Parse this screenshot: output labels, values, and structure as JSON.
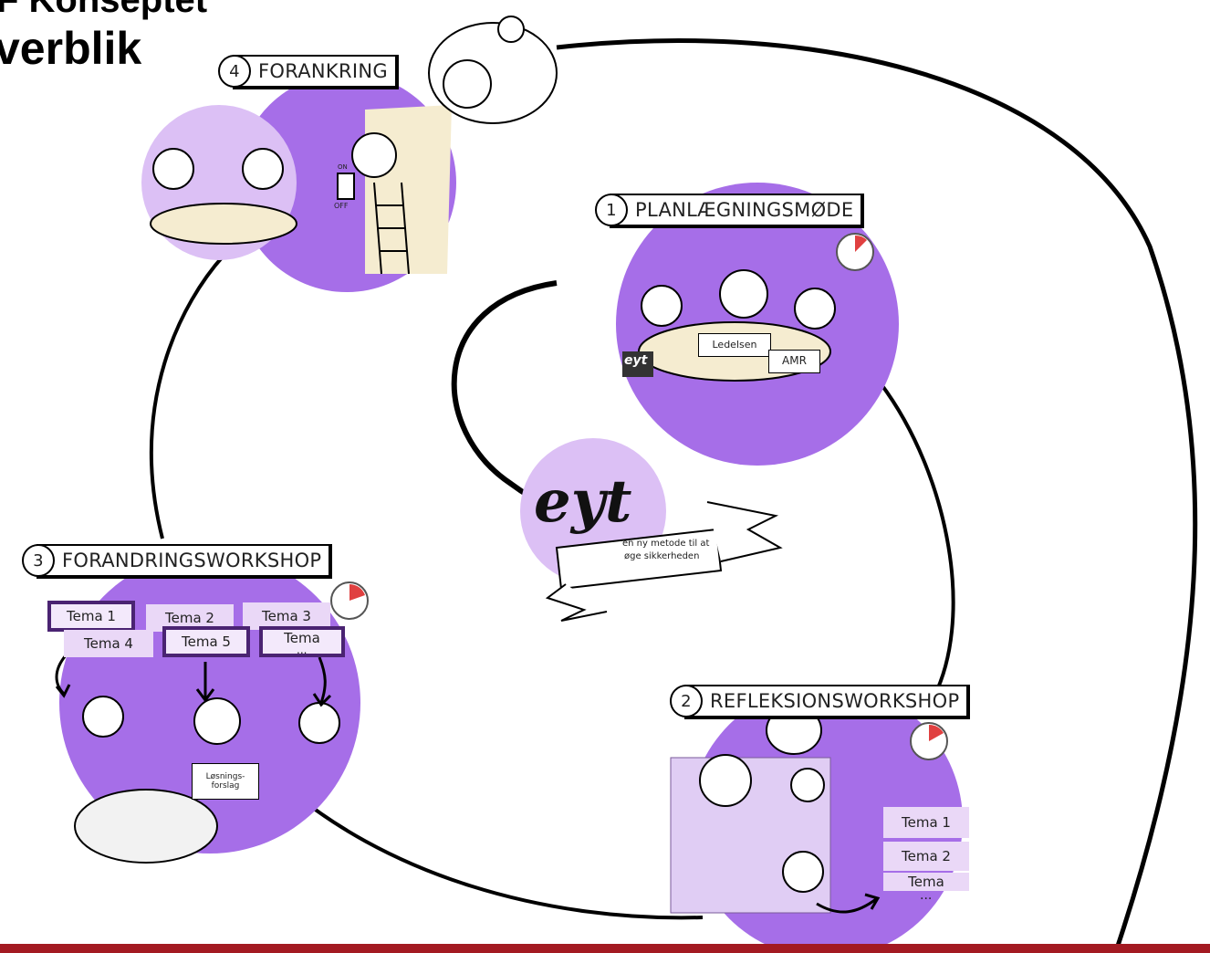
{
  "title": {
    "line1": "F Konseptet",
    "line2": "verblik"
  },
  "stages": [
    {
      "num": "1",
      "label": "PLANLÆGNINGSMØDE"
    },
    {
      "num": "2",
      "label": "REFLEKSIONSWORKSHOP"
    },
    {
      "num": "3",
      "label": "FORANDRINGSWORKSHOP"
    },
    {
      "num": "4",
      "label": "FORANKRING"
    }
  ],
  "center": {
    "logo": "eyt",
    "tagline_1": "en ny metode til at",
    "tagline_2": "øge sikkerheden"
  },
  "planning": {
    "card_1": "Ledelsen",
    "card_2": "AMR",
    "badge": "eyt"
  },
  "reflection": {
    "tema_1": "Tema 1",
    "tema_2": "Tema 2",
    "tema_3": "Tema",
    "tema_more": "..."
  },
  "change": {
    "tema_1": "Tema 1",
    "tema_2": "Tema 2",
    "tema_3": "Tema 3",
    "tema_4": "Tema 4",
    "tema_5": "Tema 5",
    "tema_6": "Tema",
    "tema_more": "...",
    "solution_1": "Løsnings-",
    "solution_2": "forslag"
  },
  "anchoring": {
    "switch_on": "ON",
    "switch_off": "OFF"
  },
  "colors": {
    "purple": "#a66ee8",
    "purple_light": "#dcc0f5",
    "footer": "#a31a22",
    "stroke": "#000000"
  }
}
